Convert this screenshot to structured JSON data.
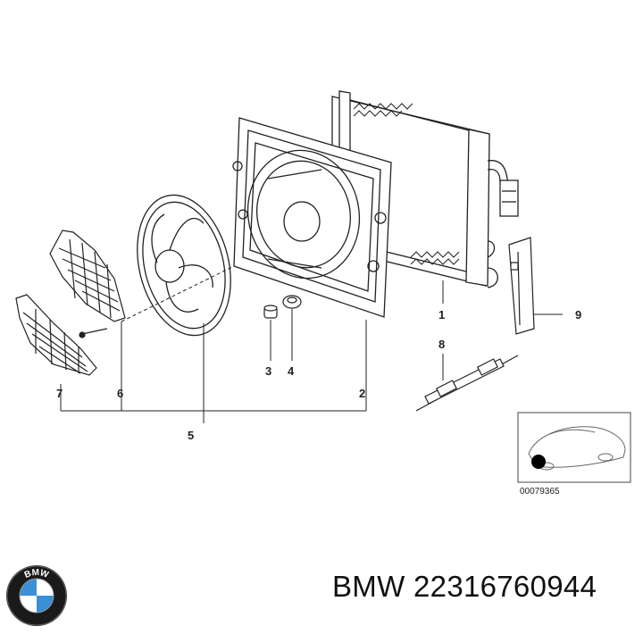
{
  "diagram": {
    "callouts": {
      "c1": "1",
      "c2": "2",
      "c3": "3",
      "c4": "4",
      "c5": "5",
      "c6": "6",
      "c7": "7",
      "c8": "8",
      "c9": "9"
    },
    "inset_ref": "00079365"
  },
  "brand": {
    "logo_text": "BMW",
    "caption": "BMW 22316760944"
  }
}
